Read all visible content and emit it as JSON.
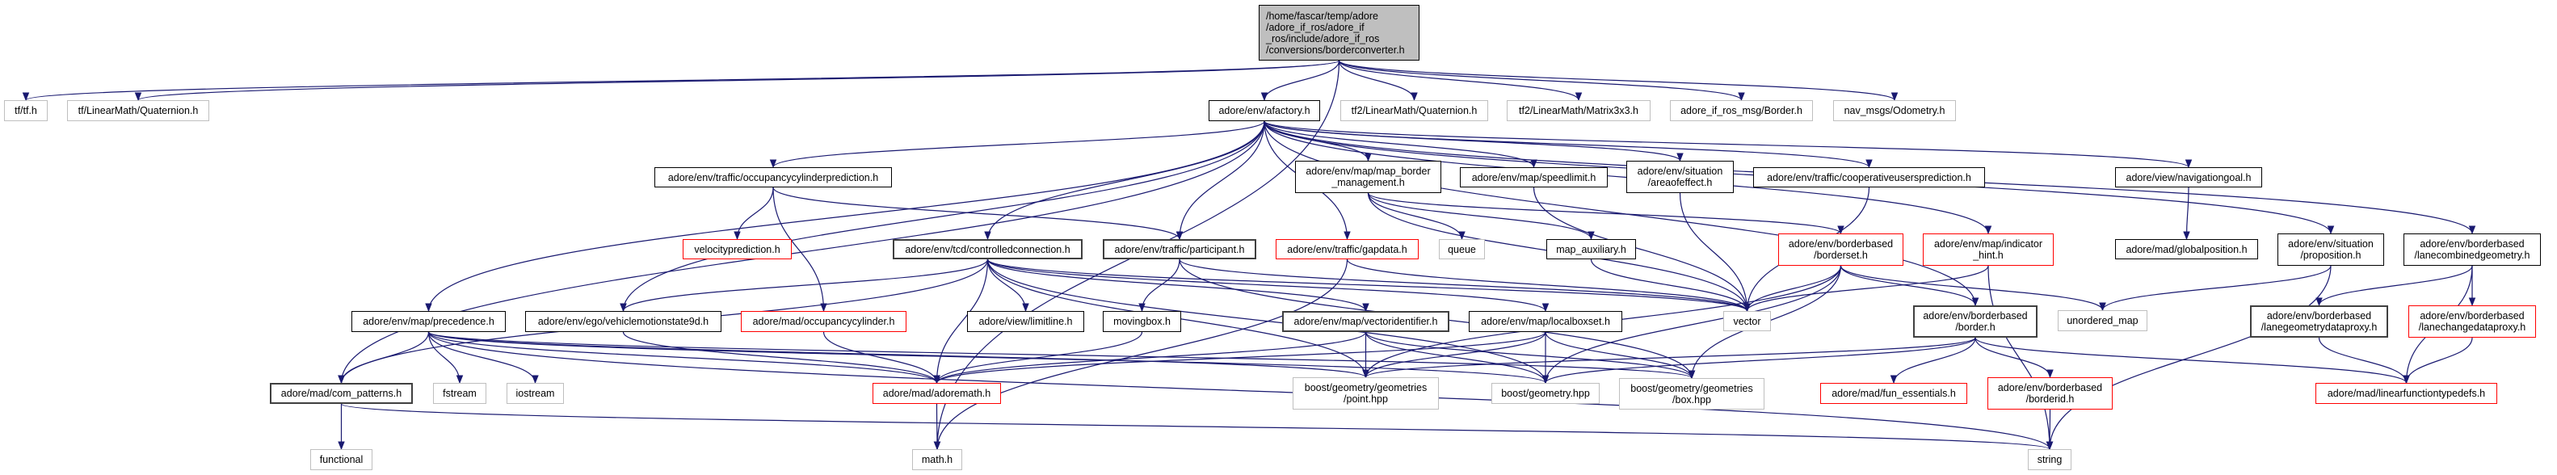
{
  "colors": {
    "edge": "#191970",
    "main_fill": "#bfbfbf",
    "external_border": "#bfbfbf",
    "incomplete_border": "#ff0000"
  },
  "nodes": [
    {
      "id": "main",
      "label": "/home/fascar/temp/adore\n/adore_if_ros/adore_if\n_ros/include/adore_if_ros\n/conversions/borderconverter.h",
      "style": "main"
    },
    {
      "id": "tf_tf",
      "label": "tf/tf.h",
      "style": "ext"
    },
    {
      "id": "tf_quat",
      "label": "tf/LinearMath/Quaternion.h",
      "style": "ext"
    },
    {
      "id": "afactory",
      "label": "adore/env/afactory.h",
      "style": "normal"
    },
    {
      "id": "tf2_quat",
      "label": "tf2/LinearMath/Quaternion.h",
      "style": "ext"
    },
    {
      "id": "tf2_mat",
      "label": "tf2/LinearMath/Matrix3x3.h",
      "style": "ext"
    },
    {
      "id": "border_msg",
      "label": "adore_if_ros_msg/Border.h",
      "style": "ext"
    },
    {
      "id": "odometry",
      "label": "nav_msgs/Odometry.h",
      "style": "ext"
    },
    {
      "id": "occpred",
      "label": "adore/env/traffic/occupancycylinderprediction.h",
      "style": "normal"
    },
    {
      "id": "map_border",
      "label": "adore/env/map/map_border\n_management.h",
      "style": "normal"
    },
    {
      "id": "speedlimit",
      "label": "adore/env/map/speedlimit.h",
      "style": "normal"
    },
    {
      "id": "areaofeffect",
      "label": "adore/env/situation\n/areaofeffect.h",
      "style": "normal"
    },
    {
      "id": "cooppred",
      "label": "adore/env/traffic/cooperativeusersprediction.h",
      "style": "normal"
    },
    {
      "id": "navgoal",
      "label": "adore/view/navigationgoal.h",
      "style": "normal"
    },
    {
      "id": "velpred",
      "label": "velocityprediction.h",
      "style": "red"
    },
    {
      "id": "controlled",
      "label": "adore/env/tcd/controlledconnection.h",
      "style": "dark"
    },
    {
      "id": "participant",
      "label": "adore/env/traffic/participant.h",
      "style": "dark"
    },
    {
      "id": "gapdata",
      "label": "adore/env/traffic/gapdata.h",
      "style": "red"
    },
    {
      "id": "queue",
      "label": "queue",
      "style": "ext"
    },
    {
      "id": "map_aux",
      "label": "map_auxiliary.h",
      "style": "normal"
    },
    {
      "id": "borderset",
      "label": "adore/env/borderbased\n/borderset.h",
      "style": "red"
    },
    {
      "id": "indicator",
      "label": "adore/env/map/indicator\n_hint.h",
      "style": "red"
    },
    {
      "id": "globalpos",
      "label": "adore/mad/globalposition.h",
      "style": "normal"
    },
    {
      "id": "proposition",
      "label": "adore/env/situation\n/proposition.h",
      "style": "normal"
    },
    {
      "id": "lanecomb",
      "label": "adore/env/borderbased\n/lanecombinedgeometry.h",
      "style": "normal"
    },
    {
      "id": "precedence",
      "label": "adore/env/map/precedence.h",
      "style": "normal"
    },
    {
      "id": "vehmotion",
      "label": "adore/env/ego/vehiclemotionstate9d.h",
      "style": "normal"
    },
    {
      "id": "occcyl",
      "label": "adore/mad/occupancycylinder.h",
      "style": "red"
    },
    {
      "id": "limitline",
      "label": "adore/view/limitline.h",
      "style": "normal"
    },
    {
      "id": "movingbox",
      "label": "movingbox.h",
      "style": "normal"
    },
    {
      "id": "vectorid",
      "label": "adore/env/map/vectoridentifier.h",
      "style": "dark"
    },
    {
      "id": "localbox",
      "label": "adore/env/map/localboxset.h",
      "style": "normal"
    },
    {
      "id": "vector",
      "label": "vector",
      "style": "ext"
    },
    {
      "id": "border",
      "label": "adore/env/borderbased\n/border.h",
      "style": "dark"
    },
    {
      "id": "unordered",
      "label": "unordered_map",
      "style": "ext"
    },
    {
      "id": "lanegeom",
      "label": "adore/env/borderbased\n/lanegeometrydataproxy.h",
      "style": "dark"
    },
    {
      "id": "lanechange",
      "label": "adore/env/borderbased\n/lanechangedataproxy.h",
      "style": "red"
    },
    {
      "id": "com_patterns",
      "label": "adore/mad/com_patterns.h",
      "style": "dark"
    },
    {
      "id": "fstream",
      "label": "fstream",
      "style": "ext"
    },
    {
      "id": "iostream",
      "label": "iostream",
      "style": "ext"
    },
    {
      "id": "adoremath",
      "label": "adore/mad/adoremath.h",
      "style": "red"
    },
    {
      "id": "point",
      "label": "boost/geometry/geometries\n/point.hpp",
      "style": "ext"
    },
    {
      "id": "bgeom",
      "label": "boost/geometry.hpp",
      "style": "ext"
    },
    {
      "id": "box",
      "label": "boost/geometry/geometries\n/box.hpp",
      "style": "ext"
    },
    {
      "id": "funess",
      "label": "adore/mad/fun_essentials.h",
      "style": "red"
    },
    {
      "id": "borderid",
      "label": "adore/env/borderbased\n/borderid.h",
      "style": "red"
    },
    {
      "id": "linfunc",
      "label": "adore/mad/linearfunctiontypedefs.h",
      "style": "red"
    },
    {
      "id": "functional",
      "label": "functional",
      "style": "ext"
    },
    {
      "id": "math",
      "label": "math.h",
      "style": "ext"
    },
    {
      "id": "string",
      "label": "string",
      "style": "ext"
    }
  ],
  "edges": [
    [
      "main",
      "tf_tf"
    ],
    [
      "main",
      "tf_quat"
    ],
    [
      "main",
      "afactory"
    ],
    [
      "main",
      "tf2_quat"
    ],
    [
      "main",
      "tf2_mat"
    ],
    [
      "main",
      "border_msg"
    ],
    [
      "main",
      "odometry"
    ],
    [
      "main",
      "math"
    ],
    [
      "afactory",
      "occpred"
    ],
    [
      "afactory",
      "precedence"
    ],
    [
      "afactory",
      "vehmotion"
    ],
    [
      "afactory",
      "com_patterns"
    ],
    [
      "afactory",
      "controlled"
    ],
    [
      "afactory",
      "participant"
    ],
    [
      "afactory",
      "gapdata"
    ],
    [
      "afactory",
      "map_border"
    ],
    [
      "afactory",
      "speedlimit"
    ],
    [
      "afactory",
      "areaofeffect"
    ],
    [
      "afactory",
      "cooppred"
    ],
    [
      "afactory",
      "indicator"
    ],
    [
      "afactory",
      "border"
    ],
    [
      "afactory",
      "navgoal"
    ],
    [
      "afactory",
      "proposition"
    ],
    [
      "afactory",
      "lanecomb"
    ],
    [
      "occpred",
      "velpred"
    ],
    [
      "occpred",
      "occcyl"
    ],
    [
      "occpred",
      "participant"
    ],
    [
      "map_border",
      "queue"
    ],
    [
      "map_border",
      "map_aux"
    ],
    [
      "map_border",
      "vector"
    ],
    [
      "map_border",
      "borderset"
    ],
    [
      "speedlimit",
      "vector"
    ],
    [
      "areaofeffect",
      "vector"
    ],
    [
      "cooppred",
      "vector"
    ],
    [
      "controlled",
      "com_patterns"
    ],
    [
      "controlled",
      "vehmotion"
    ],
    [
      "controlled",
      "limitline"
    ],
    [
      "controlled",
      "adoremath"
    ],
    [
      "controlled",
      "point"
    ],
    [
      "controlled",
      "vectorid"
    ],
    [
      "controlled",
      "localbox"
    ],
    [
      "controlled",
      "vector"
    ],
    [
      "controlled",
      "bgeom"
    ],
    [
      "participant",
      "movingbox"
    ],
    [
      "participant",
      "vector"
    ],
    [
      "participant",
      "box"
    ],
    [
      "gapdata",
      "math"
    ],
    [
      "gapdata",
      "vector"
    ],
    [
      "map_aux",
      "vector"
    ],
    [
      "borderset",
      "vector"
    ],
    [
      "borderset",
      "border"
    ],
    [
      "borderset",
      "unordered"
    ],
    [
      "borderset",
      "point"
    ],
    [
      "borderset",
      "box"
    ],
    [
      "borderset",
      "bgeom"
    ],
    [
      "indicator",
      "vector"
    ],
    [
      "indicator",
      "string"
    ],
    [
      "border",
      "point"
    ],
    [
      "border",
      "bgeom"
    ],
    [
      "border",
      "funess"
    ],
    [
      "border",
      "borderid"
    ],
    [
      "border",
      "linfunc"
    ],
    [
      "borderid",
      "string"
    ],
    [
      "navgoal",
      "globalpos"
    ],
    [
      "proposition",
      "unordered"
    ],
    [
      "proposition",
      "string"
    ],
    [
      "lanecomb",
      "lanegeom"
    ],
    [
      "lanecomb",
      "lanechange"
    ],
    [
      "lanecomb",
      "linfunc"
    ],
    [
      "lanegeom",
      "linfunc"
    ],
    [
      "lanechange",
      "linfunc"
    ],
    [
      "precedence",
      "com_patterns"
    ],
    [
      "precedence",
      "fstream"
    ],
    [
      "precedence",
      "iostream"
    ],
    [
      "precedence",
      "adoremath"
    ],
    [
      "precedence",
      "point"
    ],
    [
      "precedence",
      "bgeom"
    ],
    [
      "precedence",
      "box"
    ],
    [
      "precedence",
      "string"
    ],
    [
      "vehmotion",
      "adoremath"
    ],
    [
      "occcyl",
      "adoremath"
    ],
    [
      "movingbox",
      "adoremath"
    ],
    [
      "vectorid",
      "adoremath"
    ],
    [
      "vectorid",
      "point"
    ],
    [
      "vectorid",
      "bgeom"
    ],
    [
      "vectorid",
      "box"
    ],
    [
      "localbox",
      "adoremath"
    ],
    [
      "localbox",
      "point"
    ],
    [
      "localbox",
      "bgeom"
    ],
    [
      "localbox",
      "box"
    ],
    [
      "com_patterns",
      "functional"
    ],
    [
      "com_patterns",
      "string"
    ],
    [
      "adoremath",
      "math"
    ]
  ]
}
